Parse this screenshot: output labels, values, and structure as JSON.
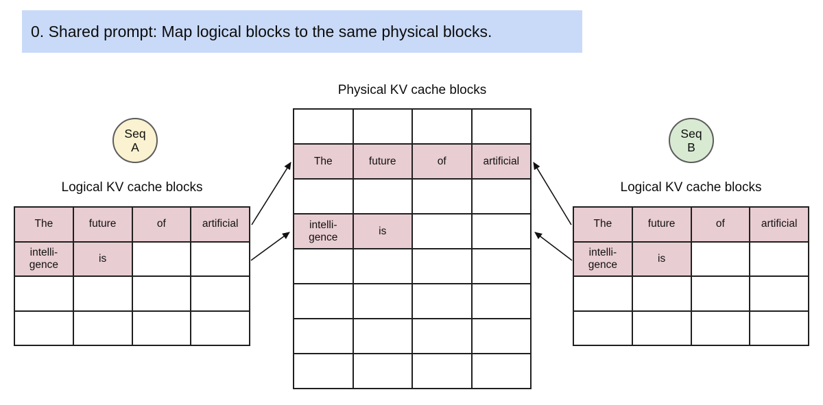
{
  "colors": {
    "banner_bg": "#c9daf8",
    "cell_filled": "#e8cdd2",
    "seq_a_bg": "#faf2d0",
    "seq_b_bg": "#d9ead3",
    "table_line": "#1f1f1f",
    "arrow": "#111111"
  },
  "banner": {
    "text": "0. Shared prompt: Map logical blocks to the same physical blocks."
  },
  "physical_blocks": {
    "title": "Physical KV cache blocks",
    "rows": [
      [
        "",
        "",
        "",
        ""
      ],
      [
        "The",
        "future",
        "of",
        "artificial"
      ],
      [
        "",
        "",
        "",
        ""
      ],
      [
        "intelli-\ngence",
        "is",
        "",
        ""
      ],
      [
        "",
        "",
        "",
        ""
      ],
      [
        "",
        "",
        "",
        ""
      ],
      [
        "",
        "",
        "",
        ""
      ],
      [
        "",
        "",
        "",
        ""
      ]
    ]
  },
  "seq_a": {
    "line1": "Seq",
    "line2": "A"
  },
  "seq_b": {
    "line1": "Seq",
    "line2": "B"
  },
  "logical_a": {
    "title": "Logical KV cache blocks",
    "rows": [
      [
        "The",
        "future",
        "of",
        "artificial"
      ],
      [
        "intelli-\ngence",
        "is",
        "",
        ""
      ],
      [
        "",
        "",
        "",
        ""
      ],
      [
        "",
        "",
        "",
        ""
      ]
    ]
  },
  "logical_b": {
    "title": "Logical KV cache blocks",
    "rows": [
      [
        "The",
        "future",
        "of",
        "artificial"
      ],
      [
        "intelli-\ngence",
        "is",
        "",
        ""
      ],
      [
        "",
        "",
        "",
        ""
      ],
      [
        "",
        "",
        "",
        ""
      ]
    ]
  }
}
